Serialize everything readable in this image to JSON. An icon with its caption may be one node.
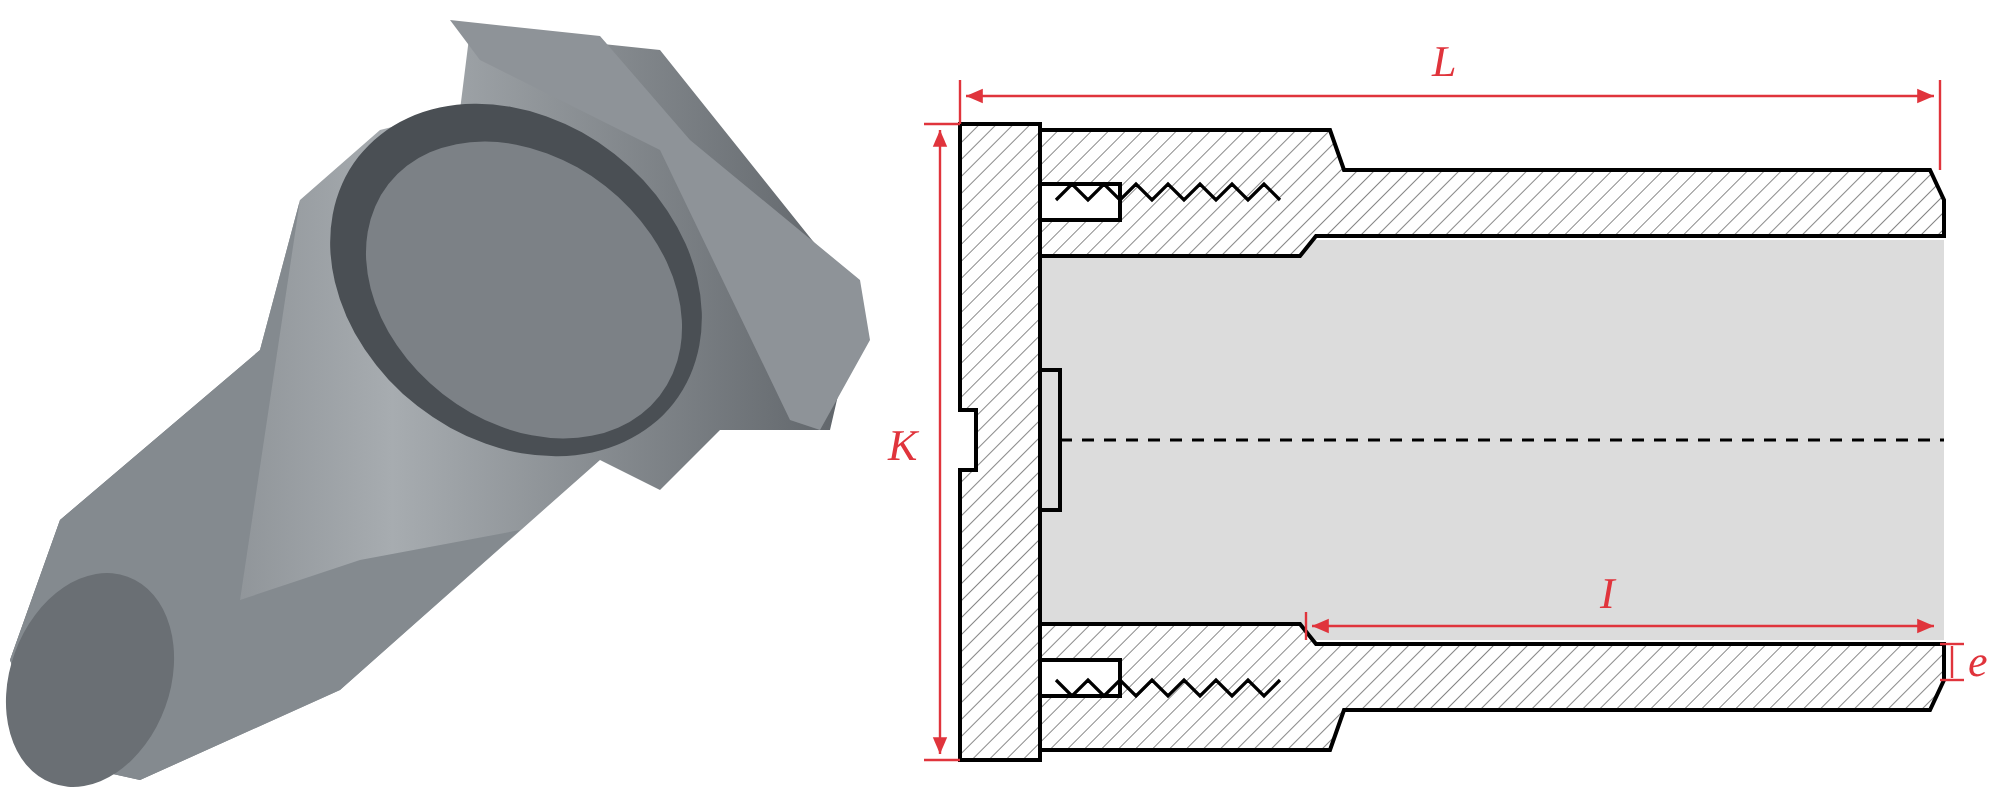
{
  "diagram": {
    "labels": [
      "L",
      "K",
      "I",
      "e"
    ]
  }
}
